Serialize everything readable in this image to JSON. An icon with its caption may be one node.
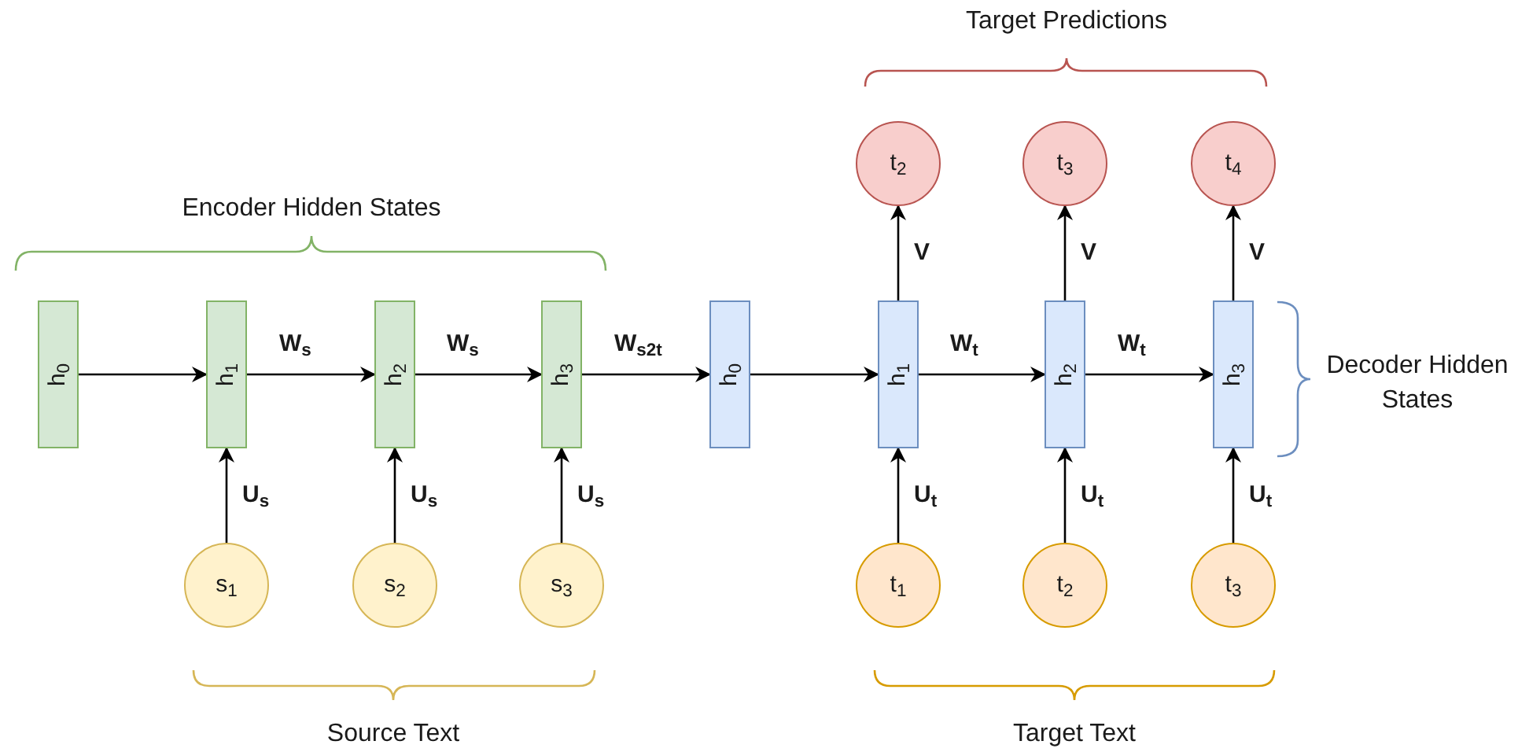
{
  "diagram": {
    "nodes": [
      {
        "text": [
          "t$_{2}$"
        ]
      },
      {
        "text": [
          "t$_{3}$"
        ]
      },
      {
        "text": [
          "t$_{4}$"
        ]
      },
      {
        "text": [
          "h$_{0}$"
        ]
      },
      {
        "text": [
          "h$_{1}$"
        ]
      },
      {
        "text": [
          "h$_{2}$"
        ]
      },
      {
        "text": [
          "h$_{3}$"
        ]
      },
      {
        "text": [
          "h$_{0}$"
        ]
      },
      {
        "text": [
          "h$_{1}$"
        ]
      },
      {
        "text": [
          "h$_{2}$"
        ]
      },
      {
        "text": [
          "h$_{3}$"
        ]
      },
      {
        "text": [
          "s$_{1}$"
        ]
      },
      {
        "text": [
          "s$_{2}$"
        ]
      },
      {
        "text": [
          "s$_{3}$"
        ]
      },
      {
        "text": [
          "t$_{1}$"
        ]
      },
      {
        "text": [
          "t$_{2}$"
        ]
      },
      {
        "text": [
          "t$_{3}$"
        ]
      }
    ],
    "edges": [
      {
        "from": 3,
        "to": 4,
        "arrow": "to"
      },
      {
        "from": 4,
        "to": 5,
        "arrow": "to",
        "label": "W$_{s}$"
      },
      {
        "from": 5,
        "to": 6,
        "arrow": "to",
        "label": "W$_{s}$"
      },
      {
        "from": 6,
        "to": 7,
        "arrow": "to",
        "label": "W$_{s2t}$"
      },
      {
        "from": 7,
        "to": 8,
        "arrow": "to"
      },
      {
        "from": 8,
        "to": 9,
        "arrow": "to",
        "label": "W$_{t}$"
      },
      {
        "from": 9,
        "to": 10,
        "arrow": "to",
        "label": "W$_{t}$"
      },
      {
        "from": 11,
        "to": 4,
        "arrow": "to",
        "label": "U$_{s}$"
      },
      {
        "from": 12,
        "to": 5,
        "arrow": "to",
        "label": "U$_{s}$"
      },
      {
        "from": 13,
        "to": 6,
        "arrow": "to",
        "label": "U$_{s}$"
      },
      {
        "from": 14,
        "to": 8,
        "arrow": "to",
        "label": "U$_{t}$"
      },
      {
        "from": 15,
        "to": 9,
        "arrow": "to",
        "label": "U$_{t}$"
      },
      {
        "from": 16,
        "to": 10,
        "arrow": "to",
        "label": "U$_{t}$"
      },
      {
        "from": 8,
        "to": 0,
        "arrow": "to",
        "label": "V"
      },
      {
        "from": 9,
        "to": 1,
        "arrow": "to",
        "label": "V"
      },
      {
        "from": 10,
        "to": 2,
        "arrow": "to",
        "label": "V"
      }
    ],
    "labels": [
      "Target Predictions",
      "Encoder Hidden States",
      "Decoder Hidden States",
      "Source Text",
      "Target Text"
    ]
  }
}
